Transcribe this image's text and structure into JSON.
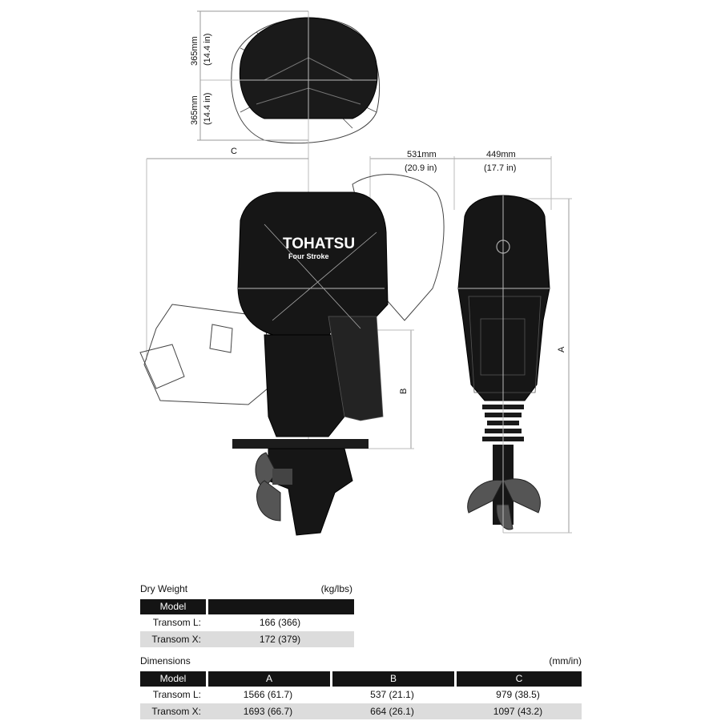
{
  "diagram": {
    "top_view": {
      "dim_upper": "365mm",
      "dim_upper_in": "(14.4 in)",
      "dim_lower": "365mm",
      "dim_lower_in": "(14.4 in)"
    },
    "side_view": {
      "label_c": "C",
      "label_b": "B",
      "dim_tilt": "531mm",
      "dim_tilt_in": "(20.9 in)",
      "brand": "TOHATSU",
      "brand_sub": "Four Stroke"
    },
    "rear_view": {
      "label_a": "A",
      "dim_width": "449mm",
      "dim_width_in": "(17.7 in)"
    }
  },
  "dry_weight": {
    "title": "Dry Weight",
    "unit": "(kg/lbs)",
    "header": "Model",
    "rows": [
      {
        "model": "Transom L:",
        "value": "166 (366)"
      },
      {
        "model": "Transom X:",
        "value": "172 (379)"
      }
    ]
  },
  "dimensions": {
    "title": "Dimensions",
    "unit": "(mm/in)",
    "headers": [
      "Model",
      "A",
      "B",
      "C"
    ],
    "rows": [
      {
        "model": "Transom L:",
        "a": "1566 (61.7)",
        "b": "537 (21.1)",
        "c": "979 (38.5)"
      },
      {
        "model": "Transom X:",
        "a": "1693 (66.7)",
        "b": "664 (26.1)",
        "c": "1097 (43.2)"
      }
    ]
  }
}
